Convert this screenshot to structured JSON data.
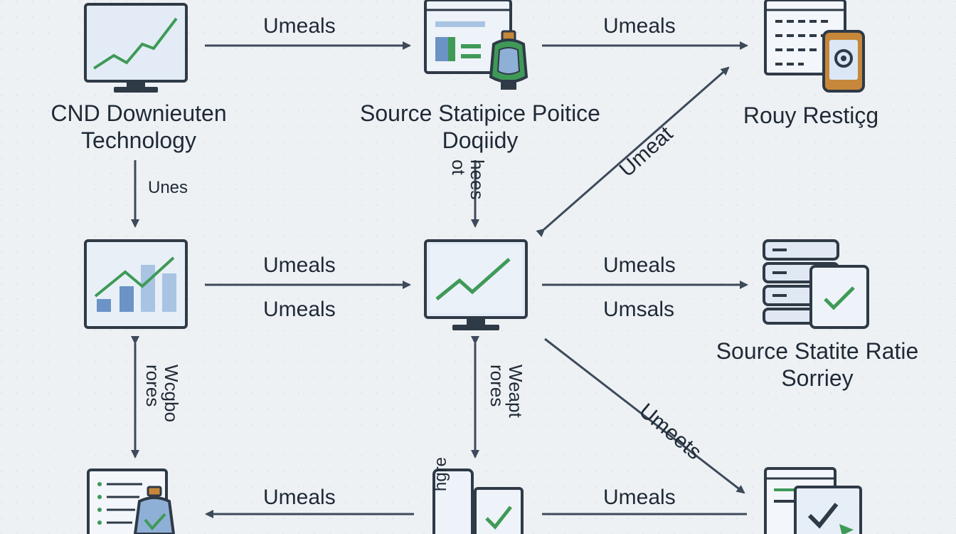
{
  "nodes": {
    "top_left": {
      "line1": "CND Downieuten",
      "line2": "Technology"
    },
    "top_middle": {
      "line1": "Source Statipice Poitice",
      "line2": "Doqiidy"
    },
    "top_right": {
      "line1": "Rouy Restiçg"
    },
    "mid_right": {
      "line1": "Source Statite Ratie",
      "line2": "Sorriey"
    },
    "bottom_middle_icon_text": "hgre"
  },
  "edges": {
    "top_h1": "Umeals",
    "top_h2": "Umeals",
    "left_v1": "Unes",
    "mid_v1": "hees\not",
    "diag_up": "Umeat",
    "mid_h1_top": "Umeals",
    "mid_h1_bottom": "Umeals",
    "mid_h2_top": "Umeals",
    "mid_h2_bottom": "Umsals",
    "left_v2": "Wcgbo\nrores",
    "mid_v2": "Weapt\nrores",
    "diag_down": "Umeets",
    "bot_h1": "Umeals",
    "bot_h2": "Umeals"
  },
  "colors": {
    "outline": "#2f3a47",
    "screen": "#d9e6f4",
    "accent_green": "#3f9a57",
    "accent_blue": "#6b93c6",
    "arrow": "#3d4a5a",
    "background": "#eef1f4"
  }
}
